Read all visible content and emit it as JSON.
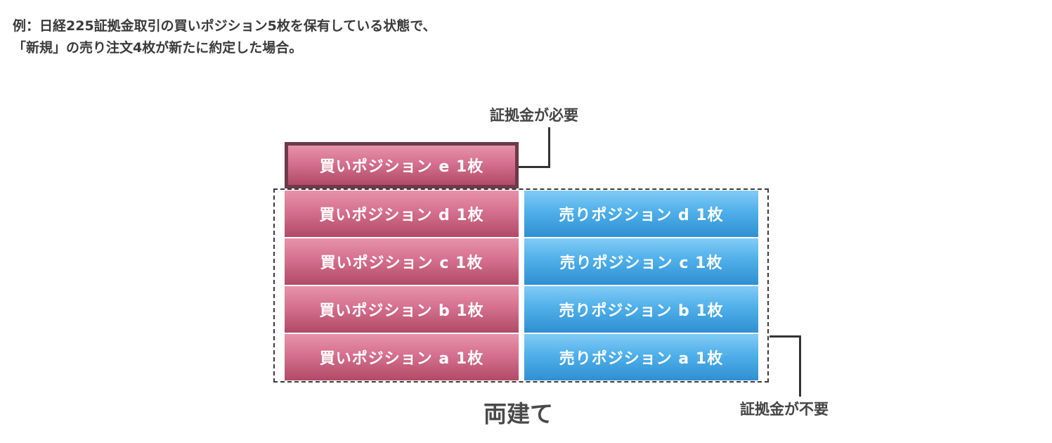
{
  "intro": {
    "line1": "例：日経225証拠金取引の買いポジション5枚を保有している状態で、",
    "line2": "「新規」の売り注文4枚が新たに約定した場合。"
  },
  "notes": {
    "margin_required": "証拠金が必要",
    "margin_not_required": "証拠金が不要"
  },
  "caption": "両建て",
  "positions": {
    "buy_new": "買いポジション e 1枚",
    "buy": [
      "買いポジション d 1枚",
      "買いポジション c 1枚",
      "買いポジション b 1枚",
      "買いポジション a 1枚"
    ],
    "sell": [
      "売りポジション d 1枚",
      "売りポジション c 1枚",
      "売りポジション b 1枚",
      "売りポジション a 1枚"
    ]
  },
  "colors": {
    "buy": "#d67090",
    "buy_border": "#6c3a48",
    "sell": "#4fb0ea",
    "text": "#3a3a3a"
  }
}
